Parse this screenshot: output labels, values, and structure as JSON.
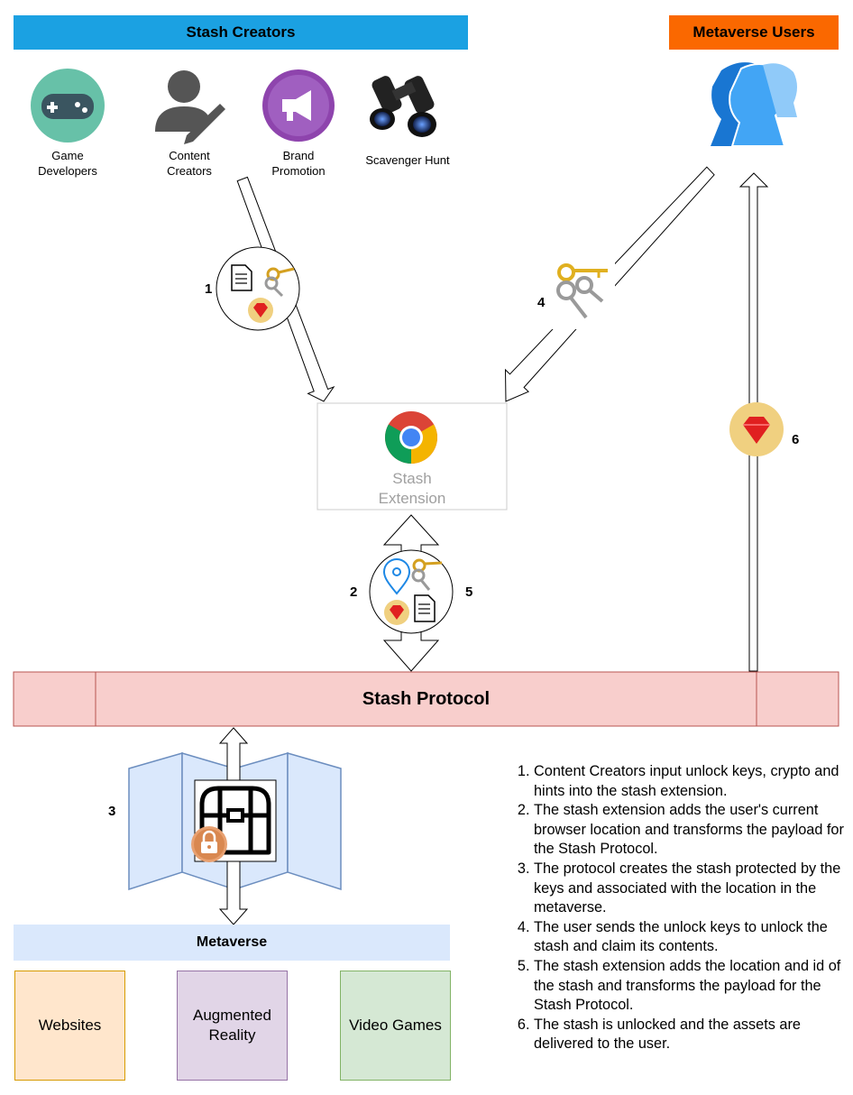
{
  "headers": {
    "creators": "Stash Creators",
    "users": "Metaverse Users",
    "metaverse": "Metaverse"
  },
  "creators": [
    {
      "label": "Game\nDevelopers",
      "icon": "gamepad-icon"
    },
    {
      "label": "Content\nCreators",
      "icon": "user-pen-icon"
    },
    {
      "label": "Brand\nPromotion",
      "icon": "megaphone-icon"
    },
    {
      "label": "Scavenger Hunt",
      "icon": "binoculars-icon"
    }
  ],
  "extension": {
    "label": "Stash\nExtension",
    "icon": "chrome-icon"
  },
  "protocol": {
    "label": "Stash Protocol"
  },
  "step_markers": {
    "s1": "1",
    "s2": "2",
    "s3": "3",
    "s4": "4",
    "s5": "5",
    "s6": "6"
  },
  "metaverse_items": [
    {
      "label": "Websites"
    },
    {
      "label": "Augmented\nReality"
    },
    {
      "label": "Video Games"
    }
  ],
  "steps": [
    "Content Creators input unlock keys, crypto and hints into the stash extension.",
    "The stash extension adds the user's current browser location and transforms the payload for the Stash Protocol.",
    "The protocol creates the stash protected by the keys and associated with the location in the metaverse.",
    "The user sends the unlock keys to unlock the stash and claim its contents.",
    "The stash extension adds the location and id of the stash and transforms the payload for the Stash Protocol.",
    "The stash is unlocked and the assets are delivered to the user."
  ],
  "colors": {
    "creators_bar": "#1ba1e2",
    "users_bar": "#fa6800",
    "protocol_fill": "#f8cecc",
    "protocol_border": "#b85450",
    "metaverse_bar": "#dae8fc",
    "websites_fill": "#ffe6cc",
    "ar_fill": "#e1d5e7",
    "games_fill": "#d5e8d4",
    "map_fill": "#dae8fc",
    "map_border": "#6c8ebf",
    "ruby": "#e02020",
    "coin": "#f0d080"
  }
}
